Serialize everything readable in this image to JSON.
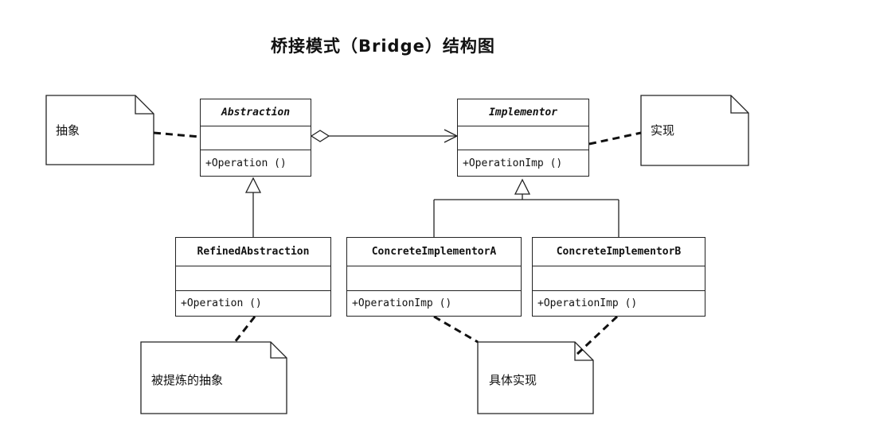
{
  "title": "桥接模式（Bridge）结构图",
  "classes": {
    "abstraction": {
      "name": "Abstraction",
      "op": "+Operation ()"
    },
    "implementor": {
      "name": "Implementor",
      "op": "+OperationImp ()"
    },
    "refined": {
      "name": "RefinedAbstraction",
      "op": "+Operation ()"
    },
    "concrete_a": {
      "name": "ConcreteImplementorA",
      "op": "+OperationImp ()"
    },
    "concrete_b": {
      "name": "ConcreteImplementorB",
      "op": "+OperationImp ()"
    }
  },
  "notes": {
    "abstraction": "抽象",
    "implementor": "实现",
    "refined": "被提炼的抽象",
    "concrete": "具体实现"
  }
}
